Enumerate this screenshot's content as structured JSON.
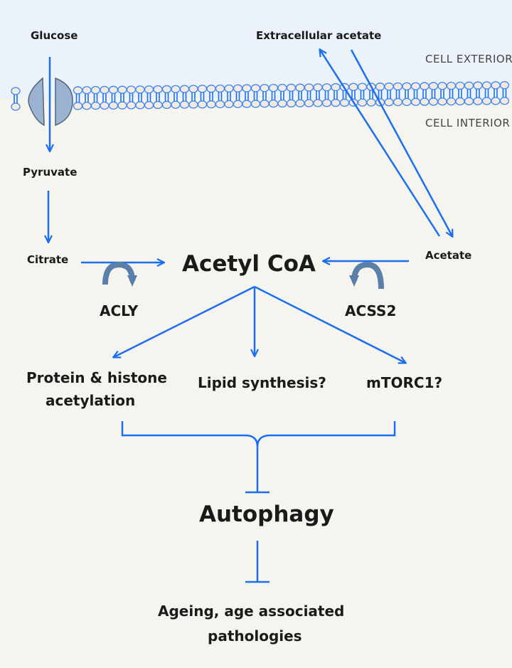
{
  "regions": {
    "exterior": "CELL EXTERIOR",
    "interior": "CELL INTERIOR"
  },
  "nodes": {
    "glucose": "Glucose",
    "extracellular_acetate": "Extracellular acetate",
    "pyruvate": "Pyruvate",
    "citrate": "Citrate",
    "acetyl_coa": "Acetyl CoA",
    "acetate": "Acetate",
    "acly": "ACLY",
    "acss2": "ACSS2",
    "protein_line1": "Protein & histone",
    "protein_line2": "acetylation",
    "lipid": "Lipid synthesis?",
    "mtorc1": "mTORC1?",
    "autophagy": "Autophagy",
    "ageing_line1": "Ageing, age associated",
    "ageing_line2": "pathologies"
  },
  "colors": {
    "arrow": "#1a6ff0",
    "exterior_bg": "#ebf2fa",
    "interior_bg": "#f6f4ef",
    "enzyme_arrow": "#5a7fa8",
    "channel": "#9bb3d1"
  }
}
